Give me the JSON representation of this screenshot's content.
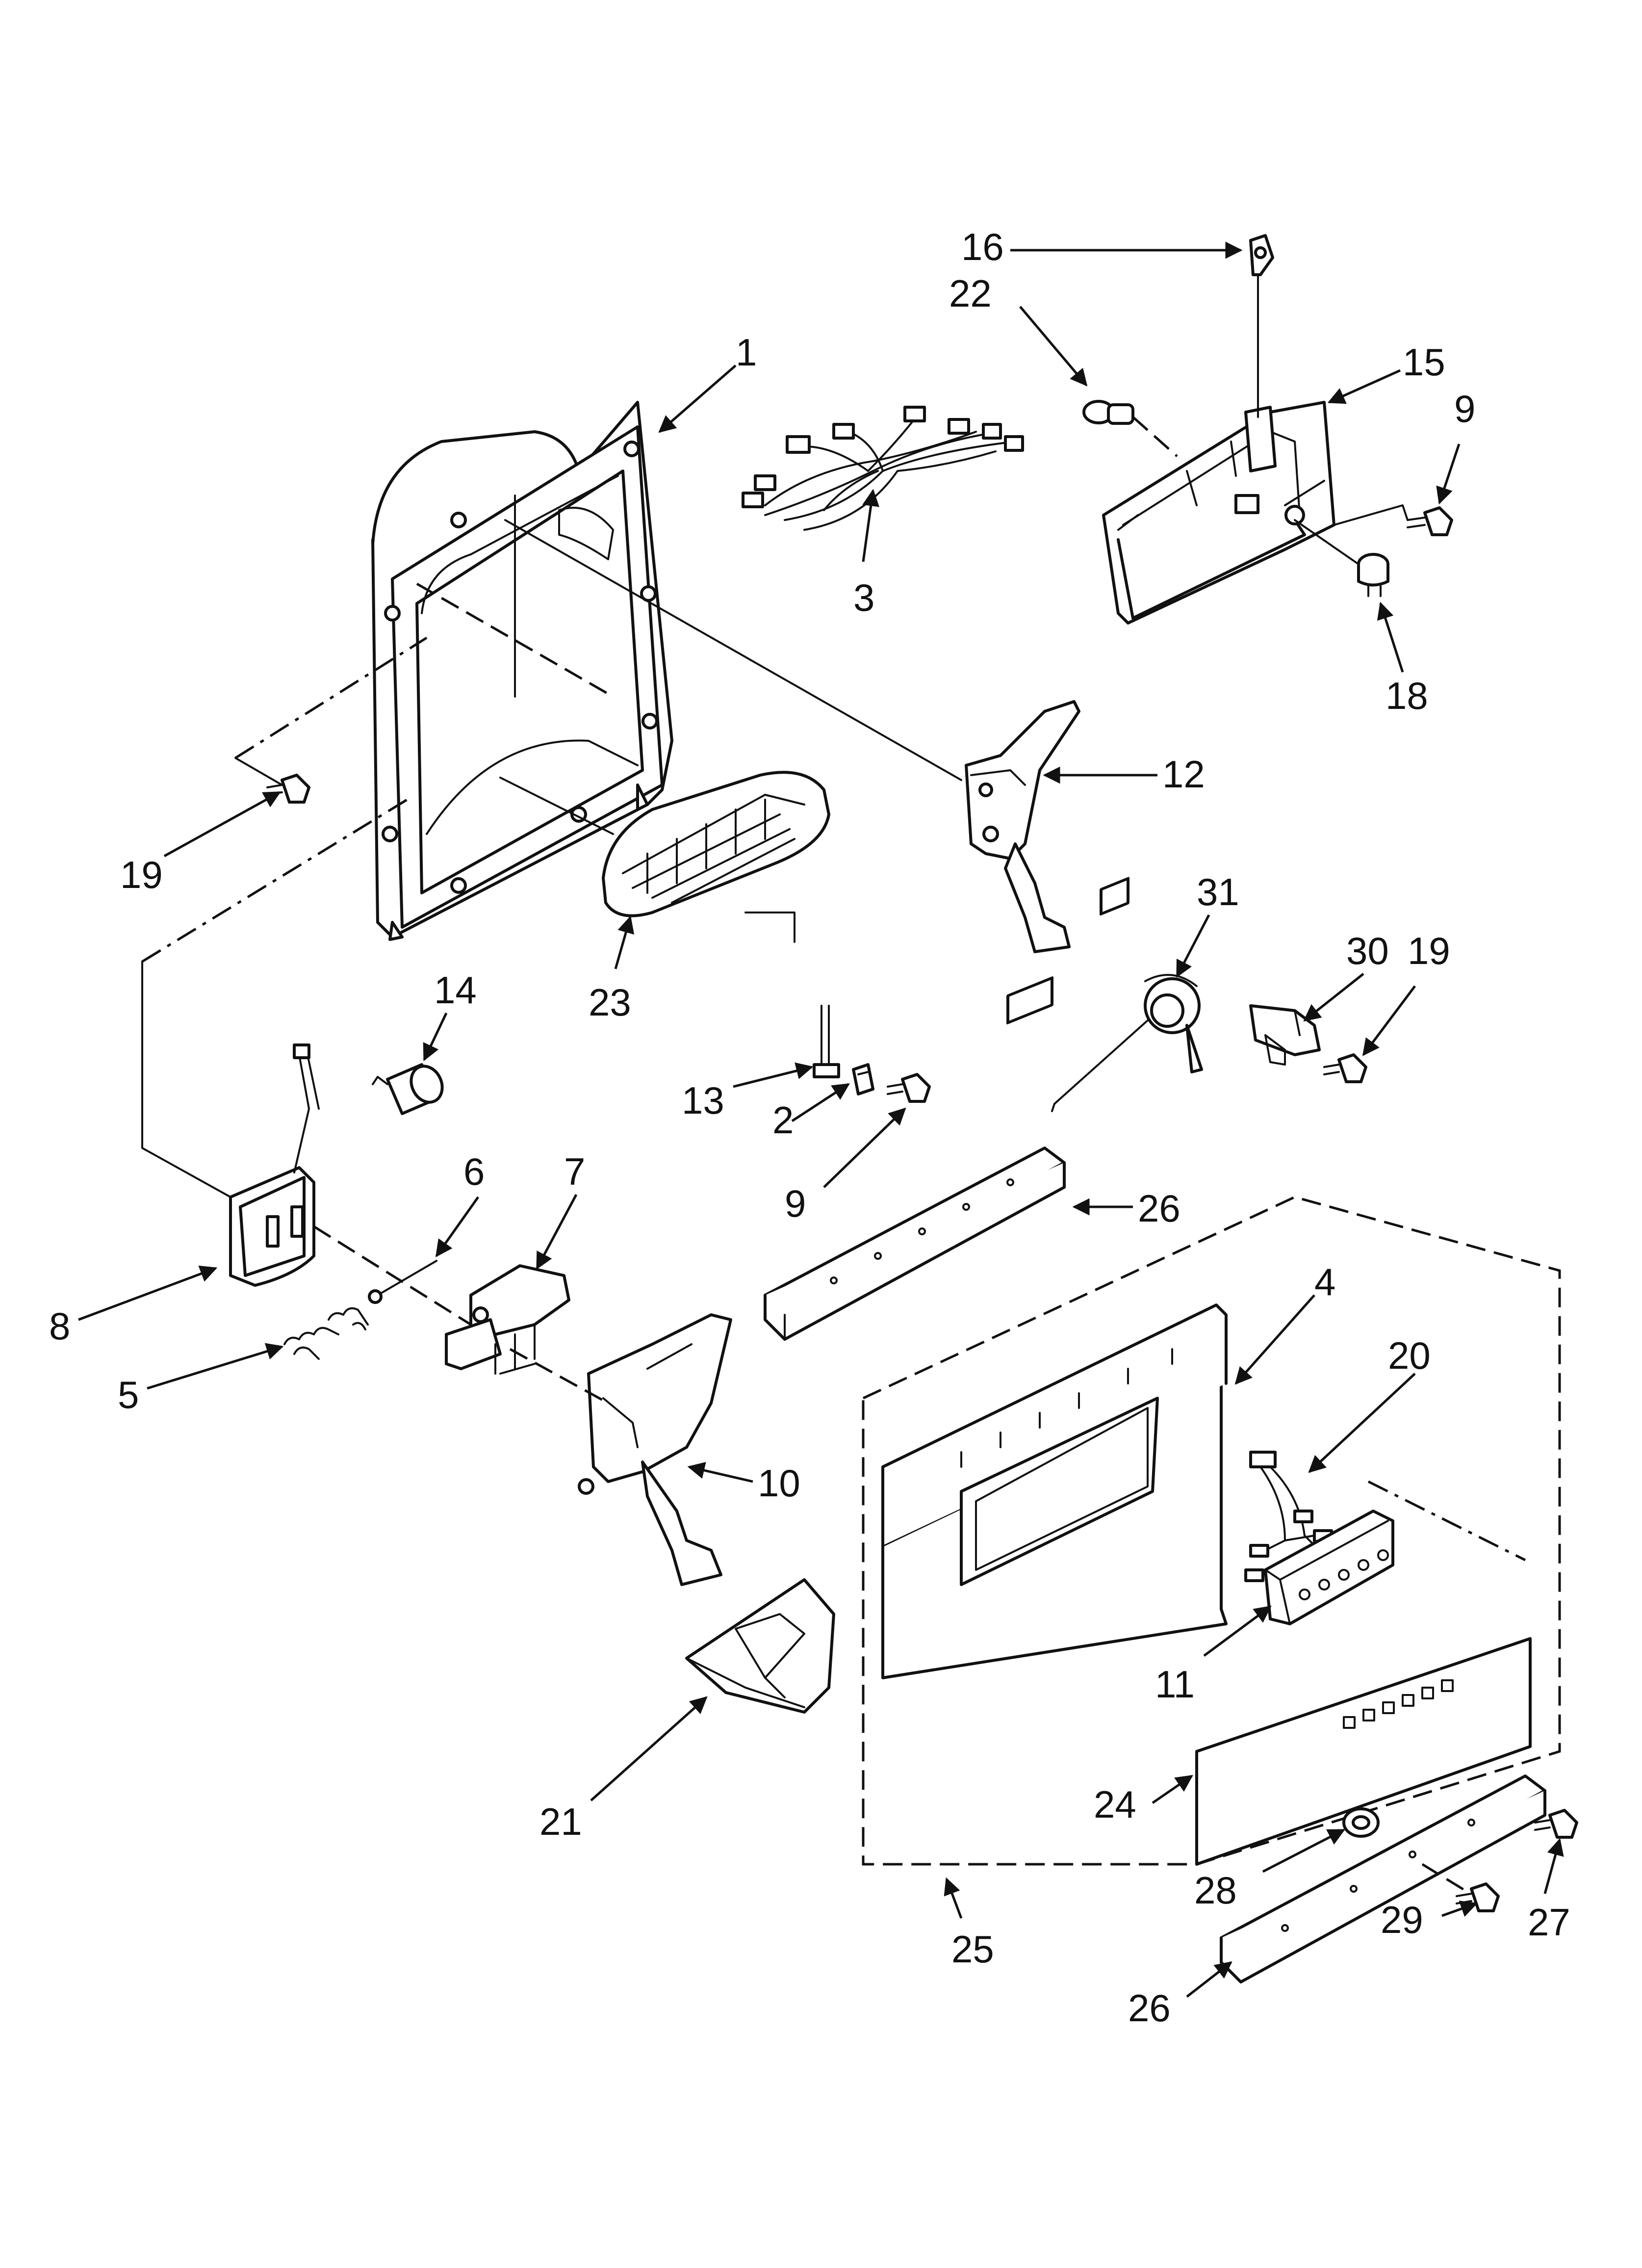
{
  "callouts": {
    "c1": "1",
    "c2": "2",
    "c3": "3",
    "c4": "4",
    "c5": "5",
    "c6": "6",
    "c7": "7",
    "c8": "8",
    "c9a": "9",
    "c9b": "9",
    "c10": "10",
    "c11": "11",
    "c12": "12",
    "c13": "13",
    "c14": "14",
    "c15": "15",
    "c16": "16",
    "c18": "18",
    "c19a": "19",
    "c19b": "19",
    "c20": "20",
    "c21": "21",
    "c22": "22",
    "c23": "23",
    "c24": "24",
    "c25": "25",
    "c26a": "26",
    "c26b": "26",
    "c27": "27",
    "c28": "28",
    "c29": "29",
    "c30": "30",
    "c31": "31"
  },
  "colors": {
    "ink": "#111111",
    "paper": "#ffffff"
  }
}
